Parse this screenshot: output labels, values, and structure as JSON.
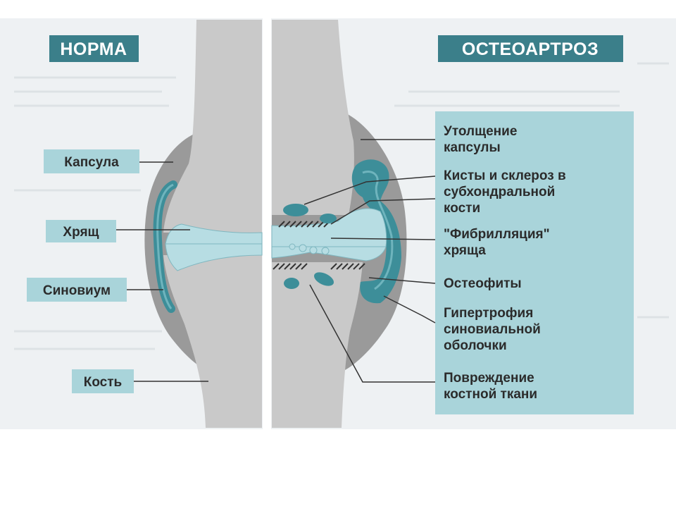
{
  "headers": {
    "normal": "НОРМА",
    "osteoarthrosis": "ОСТЕОАРТРОЗ"
  },
  "left_labels": {
    "capsule": "Капсула",
    "cartilage": "Хрящ",
    "synovium": "Синовиум",
    "bone": "Кость"
  },
  "right_labels": {
    "capsule_thickening": [
      "Утолщение",
      "капсулы"
    ],
    "cysts_sclerosis": [
      "Кисты и склероз в",
      "субхондральной",
      "кости"
    ],
    "fibrillation": [
      "\"Фибрилляция\"",
      "хряща"
    ],
    "osteophytes": [
      "Остеофиты"
    ],
    "synovial_hypertrophy": [
      "Гипертрофия",
      "синовиальной",
      "оболочки"
    ],
    "bone_damage": [
      "Повреждение",
      "костной ткани"
    ]
  },
  "colors": {
    "background_panel": "#eef1f3",
    "bone": "#c9c9c9",
    "capsule": "#9a9a9a",
    "synovium": "#3d8e99",
    "cartilage": "#b7dde3",
    "badge": "#3b7f8a",
    "label_box": "#a9d4da",
    "right_panel": "#a9d4da"
  }
}
